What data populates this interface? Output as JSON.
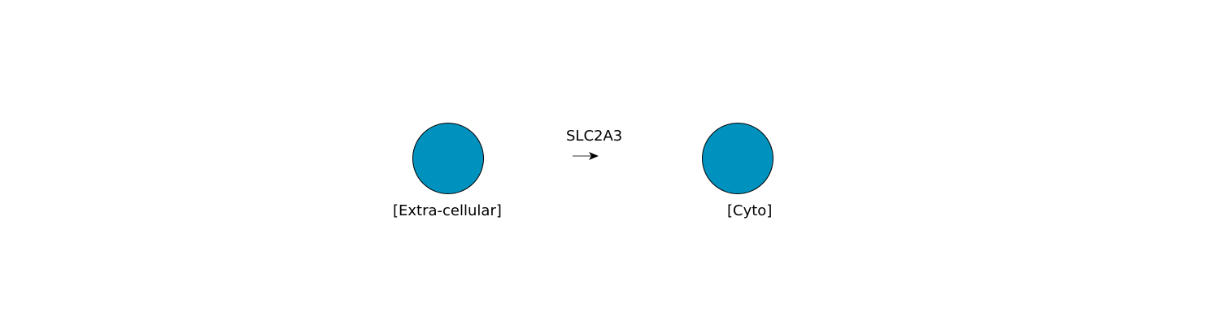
{
  "diagram": {
    "nodes": [
      {
        "label": "[Extra-cellular]",
        "color": "#0092BE"
      },
      {
        "label": "[Cyto]",
        "color": "#0092BE"
      }
    ],
    "reaction": {
      "enzyme_label": "SLC2A3",
      "arrow_color": "#000000"
    }
  }
}
